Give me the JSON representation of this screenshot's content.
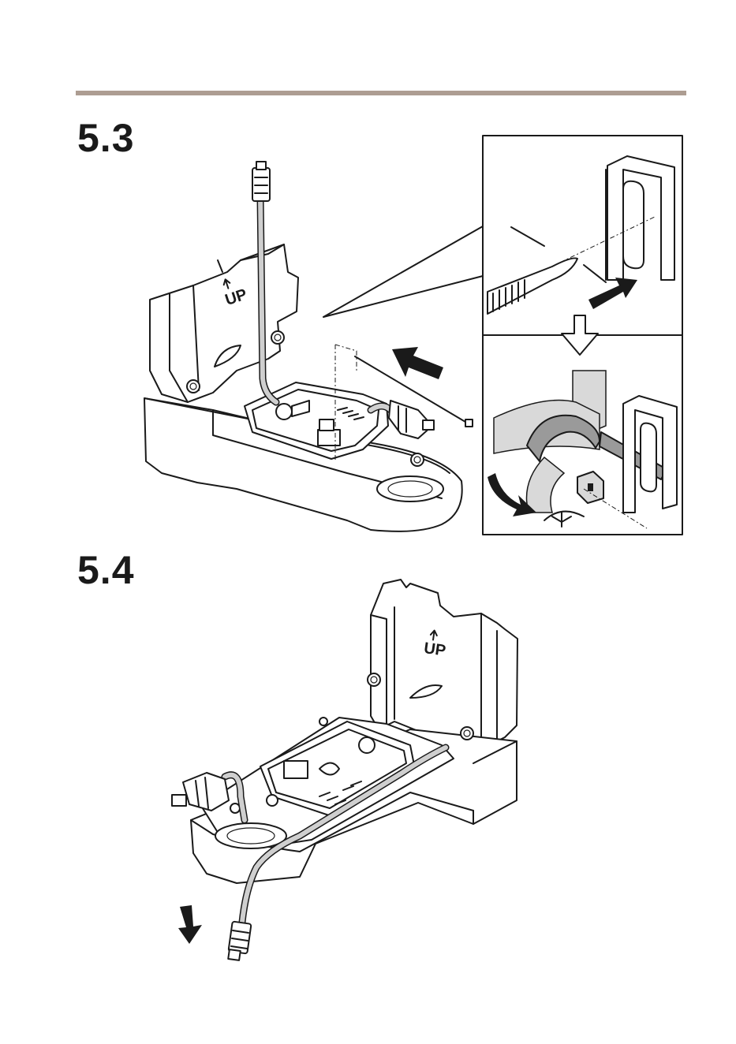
{
  "steps": [
    {
      "number": "5.3"
    },
    {
      "number": "5.4"
    }
  ],
  "housing_label": "UP",
  "colors": {
    "rule": "#ad9d92",
    "line": "#1a1a1a",
    "fill_gray": "#d9d9d9"
  },
  "icons": [
    "push-arrow-icon",
    "down-outline-arrow-icon",
    "curved-arrow-icon",
    "pull-down-arrow-icon"
  ]
}
